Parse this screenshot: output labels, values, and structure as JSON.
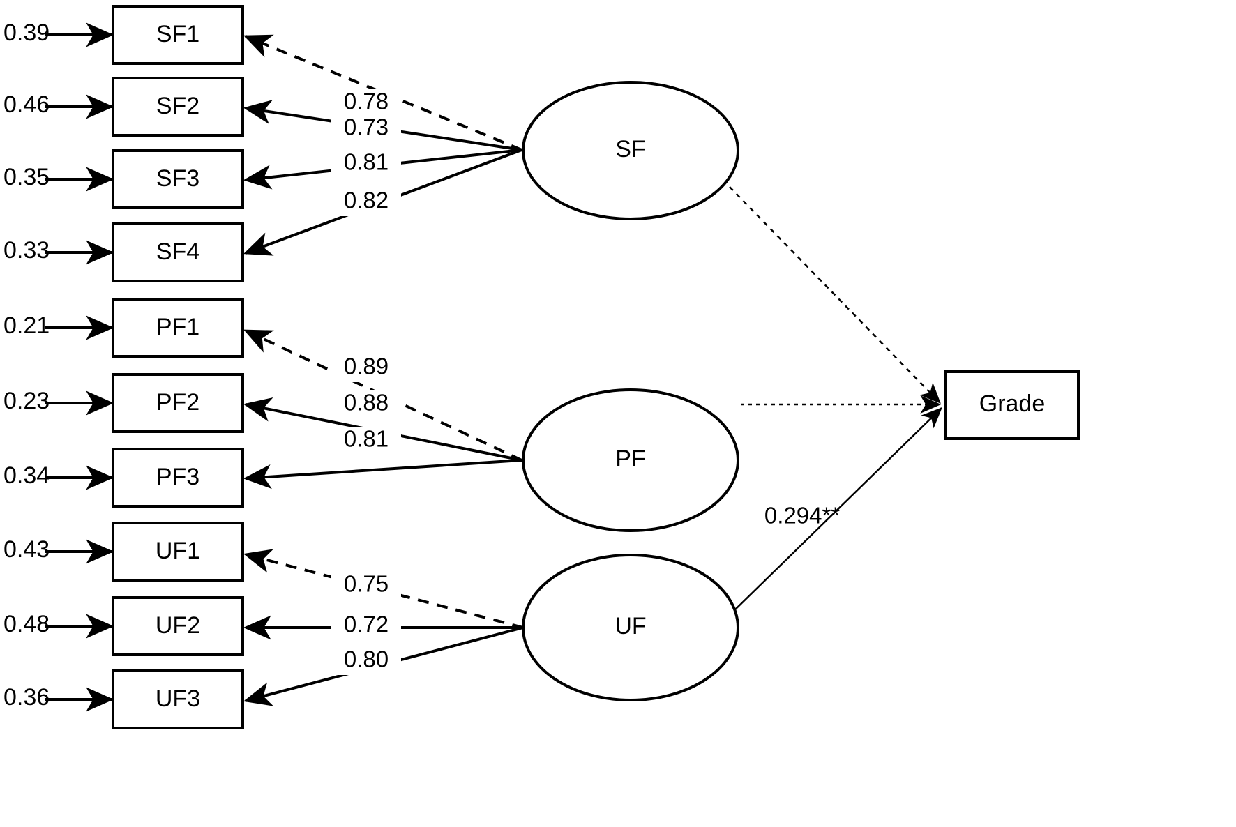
{
  "diagram": {
    "title": "Structural equation model of SF, PF, UF predicting Grade",
    "type": "path-diagram",
    "background_color": "#ffffff",
    "stroke_color": "#000000"
  },
  "indicators": [
    {
      "id": "SF1",
      "label": "SF1",
      "residual": "0.39",
      "loading": "0.78",
      "factor": "SF",
      "line_style": "dashed"
    },
    {
      "id": "SF2",
      "label": "SF2",
      "residual": "0.46",
      "loading": "0.73",
      "factor": "SF",
      "line_style": "solid"
    },
    {
      "id": "SF3",
      "label": "SF3",
      "residual": "0.35",
      "loading": "0.81",
      "factor": "SF",
      "line_style": "solid"
    },
    {
      "id": "SF4",
      "label": "SF4",
      "residual": "0.33",
      "loading": "0.82",
      "factor": "SF",
      "line_style": "solid"
    },
    {
      "id": "PF1",
      "label": "PF1",
      "residual": "0.21",
      "loading": "0.89",
      "factor": "PF",
      "line_style": "dashed"
    },
    {
      "id": "PF2",
      "label": "PF2",
      "residual": "0.23",
      "loading": "0.88",
      "factor": "PF",
      "line_style": "solid"
    },
    {
      "id": "PF3",
      "label": "PF3",
      "residual": "0.34",
      "loading": "0.81",
      "factor": "PF",
      "line_style": "solid"
    },
    {
      "id": "UF1",
      "label": "UF1",
      "residual": "0.43",
      "loading": "0.75",
      "factor": "UF",
      "line_style": "dashed"
    },
    {
      "id": "UF2",
      "label": "UF2",
      "residual": "0.48",
      "loading": "0.72",
      "factor": "UF",
      "line_style": "solid"
    },
    {
      "id": "UF3",
      "label": "UF3",
      "residual": "0.36",
      "loading": "0.80",
      "factor": "UF",
      "line_style": "solid"
    }
  ],
  "factors": [
    {
      "id": "SF",
      "label": "SF"
    },
    {
      "id": "PF",
      "label": "PF"
    },
    {
      "id": "UF",
      "label": "UF"
    }
  ],
  "outcome": {
    "id": "Grade",
    "label": "Grade"
  },
  "structural_paths": [
    {
      "from": "SF",
      "to": "Grade",
      "coefficient": "",
      "line_style": "dotted",
      "significant": false
    },
    {
      "from": "PF",
      "to": "Grade",
      "coefficient": "",
      "line_style": "dotted",
      "significant": false
    },
    {
      "from": "UF",
      "to": "Grade",
      "coefficient": "0.294**",
      "line_style": "solid",
      "significant": true
    }
  ],
  "chart_data": {
    "type": "diagram",
    "title": "Structural equation model",
    "nodes": {
      "observed": [
        "SF1",
        "SF2",
        "SF3",
        "SF4",
        "PF1",
        "PF2",
        "PF3",
        "UF1",
        "UF2",
        "UF3",
        "Grade"
      ],
      "latent": [
        "SF",
        "PF",
        "UF"
      ]
    },
    "measurement_model": {
      "SF": [
        {
          "indicator": "SF1",
          "loading": 0.78,
          "residual": 0.39
        },
        {
          "indicator": "SF2",
          "loading": 0.73,
          "residual": 0.46
        },
        {
          "indicator": "SF3",
          "loading": 0.81,
          "residual": 0.35
        },
        {
          "indicator": "SF4",
          "loading": 0.82,
          "residual": 0.33
        }
      ],
      "PF": [
        {
          "indicator": "PF1",
          "loading": 0.89,
          "residual": 0.21
        },
        {
          "indicator": "PF2",
          "loading": 0.88,
          "residual": 0.23
        },
        {
          "indicator": "PF3",
          "loading": 0.81,
          "residual": 0.34
        }
      ],
      "UF": [
        {
          "indicator": "UF1",
          "loading": 0.75,
          "residual": 0.43
        },
        {
          "indicator": "UF2",
          "loading": 0.72,
          "residual": 0.48
        },
        {
          "indicator": "UF3",
          "loading": 0.8,
          "residual": 0.36
        }
      ]
    },
    "structural_model": [
      {
        "from": "SF",
        "to": "Grade",
        "estimate": null,
        "label": ""
      },
      {
        "from": "PF",
        "to": "Grade",
        "estimate": null,
        "label": ""
      },
      {
        "from": "UF",
        "to": "Grade",
        "estimate": 0.294,
        "label": "0.294**"
      }
    ]
  }
}
